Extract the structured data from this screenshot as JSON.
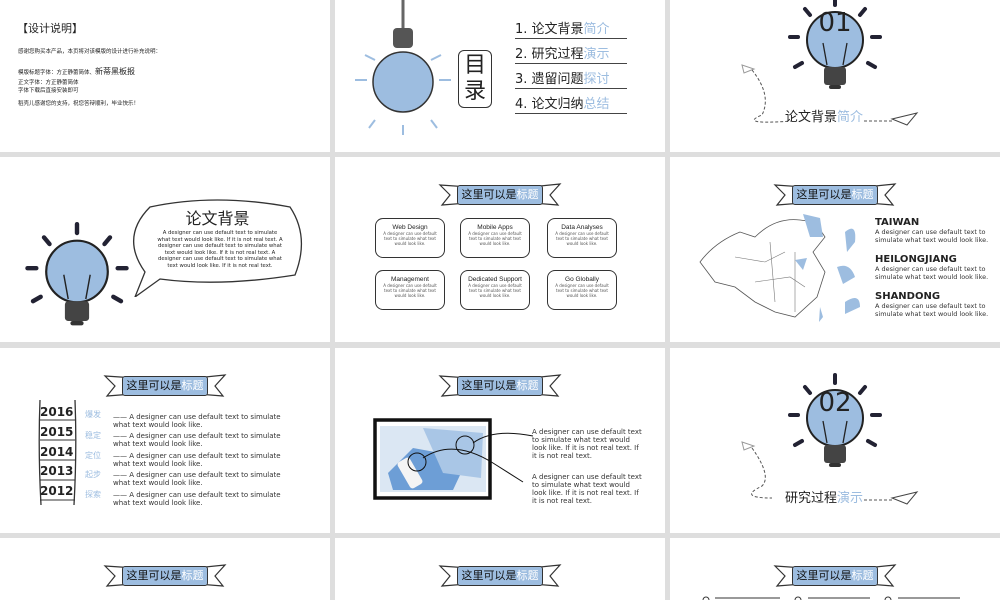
{
  "slides": {
    "s1": {
      "title": "【设计说明】",
      "line1": "感谢您购买本产品，本页将对该模版的设计进行补充说明：",
      "line2a": "模版标题字体：方正静蕾简体、",
      "line2b": "新蒂黑板报",
      "line3": "正文字体：方正静蕾简体",
      "line4": "字体下载后直接安装即可",
      "line5": "稻壳儿感谢您的支持，祝您答辩顺利，毕业快乐！"
    },
    "s2": {
      "heading": "目录",
      "items": [
        {
          "main": "1. 论文背景",
          "accent": "简介"
        },
        {
          "main": "2. 研究过程",
          "accent": "演示"
        },
        {
          "main": "3. 遗留问题",
          "accent": "探讨"
        },
        {
          "main": "4. 论文归纳",
          "accent": "总结"
        }
      ]
    },
    "s3": {
      "number": "01",
      "main": "论文背景",
      "accent": "简介"
    },
    "s4": {
      "title": "论文背景",
      "body": "A designer can use default text to simulate what text would look like. If it is not real text. A designer can use default text to simulate what text would look like. If it is not real text. A designer can use default text to simulate what text would look like. If it is not real text."
    },
    "banner": {
      "main": "这里可以是",
      "accent": "标题"
    },
    "s5": {
      "cards": [
        {
          "title": "Web Design",
          "desc": "A designer can use default text to simulate what text would look like."
        },
        {
          "title": "Mobile Apps",
          "desc": "A designer can use default text to simulate what text would look like."
        },
        {
          "title": "Data Analyses",
          "desc": "A designer can use default text to simulate what text would look like."
        },
        {
          "title": "Management",
          "desc": "A designer can use default text to simulate what text would look like."
        },
        {
          "title": "Dedicated Support",
          "desc": "A designer can use default text to simulate what text would look like."
        },
        {
          "title": "Go Globally",
          "desc": "A designer can use default text to simulate what text would look like."
        }
      ]
    },
    "s6": {
      "provinces": [
        {
          "name": "TAIWAN",
          "desc": "A designer can use default text to simulate what text would look like."
        },
        {
          "name": "HEILONGJIANG",
          "desc": "A designer can use default text to simulate what text would look like."
        },
        {
          "name": "SHANDONG",
          "desc": "A designer can use default text to simulate what text would look like."
        }
      ]
    },
    "s7": {
      "rows": [
        {
          "year": "2016",
          "label": "爆发",
          "text": "—— A designer can use default text to simulate what text would look like."
        },
        {
          "year": "2015",
          "label": "稳定",
          "text": "—— A designer can use default text to simulate what text would look like."
        },
        {
          "year": "2014",
          "label": "定位",
          "text": "—— A designer can use default text to simulate what text would look like."
        },
        {
          "year": "2013",
          "label": "起步",
          "text": "—— A designer can use default text to simulate what text would look like."
        },
        {
          "year": "2012",
          "label": "探索",
          "text": "—— A designer can use default text to simulate what text would look like."
        }
      ]
    },
    "s8": {
      "text1": "A designer can use default text to simulate what text would look like. If it is not real text. If it is not real text.",
      "text2": "A designer can use default text to simulate what text would look like. If it is not real text. If it is not real text."
    },
    "s9": {
      "number": "02",
      "main": "研究过程",
      "accent": "演示"
    }
  },
  "colors": {
    "accent": "#9dbde0",
    "background": "#dedede"
  }
}
